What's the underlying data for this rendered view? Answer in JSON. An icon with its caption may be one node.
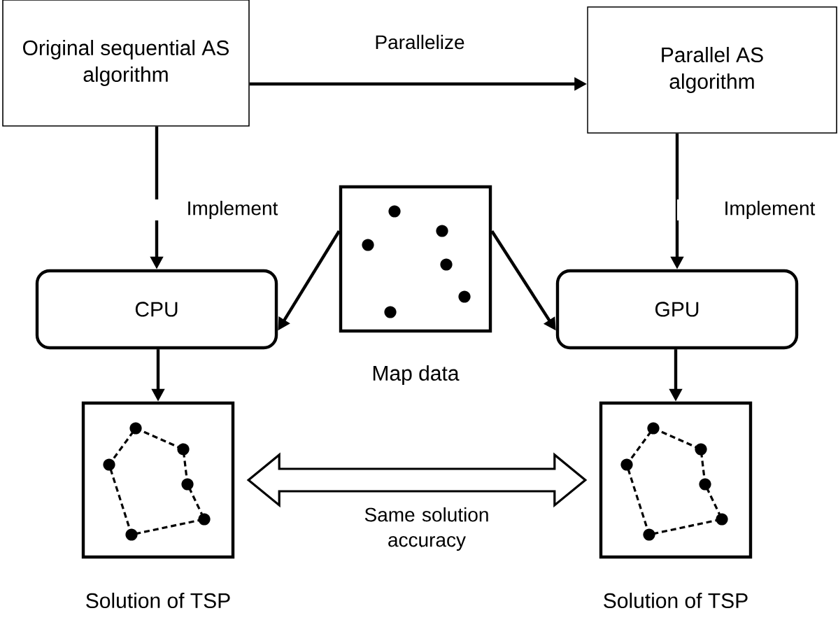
{
  "diagram": {
    "nodes": [
      {
        "text": [
          "Original sequential AS algorithm"
        ]
      },
      {
        "text": [
          "Parallel AS algorithm"
        ]
      },
      {
        "text": [
          "CPU"
        ]
      },
      {
        "text": [
          "GPU"
        ]
      },
      {
        "text": [],
        "shape": "box",
        "beside": [
          "Map data"
        ]
      },
      {
        "text": [],
        "shape": "box",
        "beside": [
          "Solution of TSP"
        ]
      },
      {
        "text": [],
        "shape": "box",
        "beside": [
          "Solution of TSP"
        ]
      }
    ],
    "edges": [
      {
        "from": 0,
        "to": 1,
        "arrow": "to",
        "label": "Parallelize"
      },
      {
        "from": 0,
        "to": 2,
        "arrow": "to",
        "label": "Implement"
      },
      {
        "from": 1,
        "to": 3,
        "arrow": "to",
        "label": "Implement"
      },
      {
        "from": 4,
        "to": 2,
        "arrow": "to"
      },
      {
        "from": 4,
        "to": 3,
        "arrow": "to"
      },
      {
        "from": 2,
        "to": 5,
        "arrow": "to"
      },
      {
        "from": 3,
        "to": 6,
        "arrow": "to"
      },
      {
        "from": 5,
        "to": 6,
        "arrow": "both",
        "style": "thick",
        "label": "Same solution accuracy"
      }
    ]
  }
}
